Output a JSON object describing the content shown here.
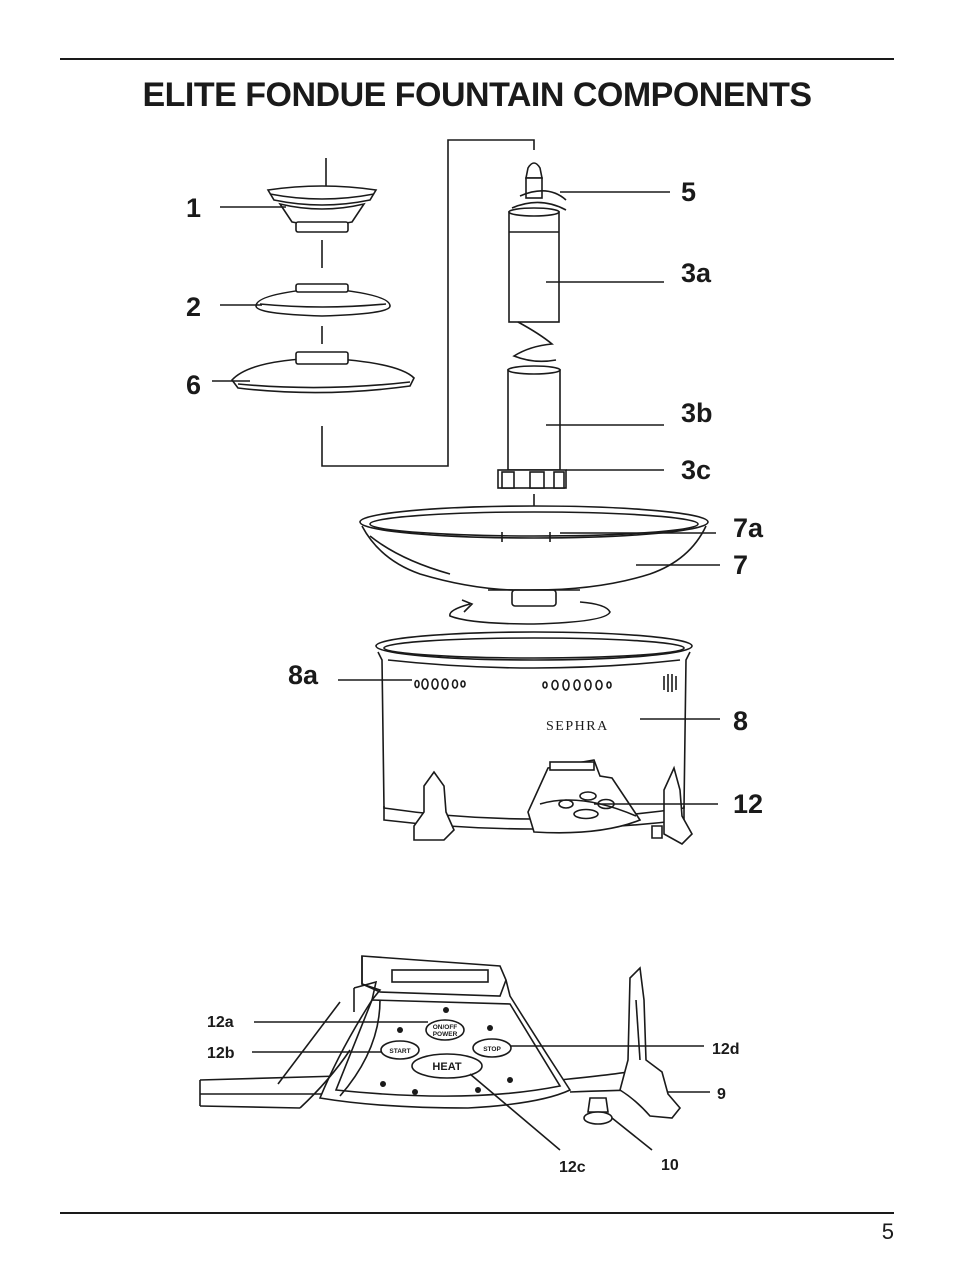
{
  "page": {
    "title": "ELITE FONDUE FOUNTAIN COMPONENTS",
    "page_number": "5"
  },
  "callouts": {
    "c1": "1",
    "c2": "2",
    "c6": "6",
    "c5": "5",
    "c3a": "3a",
    "c3b": "3b",
    "c3c": "3c",
    "c7a": "7a",
    "c7": "7",
    "c8a": "8a",
    "c8": "8",
    "c12": "12"
  },
  "brand": "SEPHRA",
  "panel": {
    "on_off_line1": "ON/OFF",
    "on_off_line2": "POWER",
    "start": "START",
    "stop": "STOP",
    "heat": "HEAT"
  },
  "panel_callouts": {
    "c12a": "12a",
    "c12b": "12b",
    "c12c": "12c",
    "c12d": "12d",
    "c9": "9",
    "c10": "10"
  }
}
